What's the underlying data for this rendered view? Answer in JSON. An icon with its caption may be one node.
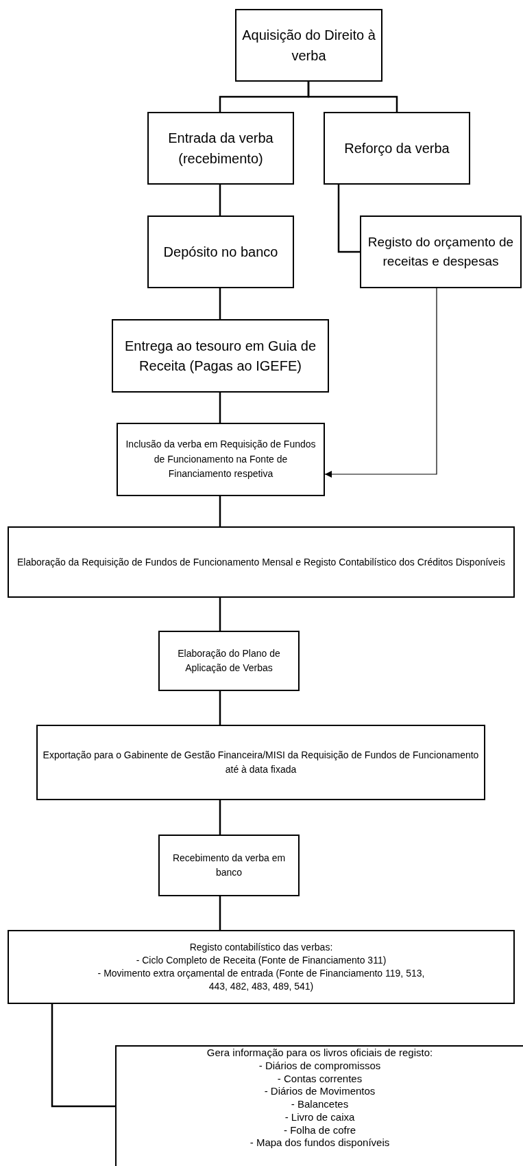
{
  "diagram": {
    "nodes": [
      {
        "text": [
          "Aquisição do Direito à verba"
        ]
      },
      {
        "text": [
          "Entrada da verba (recebimento)"
        ]
      },
      {
        "text": [
          "Reforço da verba"
        ]
      },
      {
        "text": [
          "Depósito no banco"
        ]
      },
      {
        "text": [
          "Registo do orçamento de receitas e despesas"
        ]
      },
      {
        "text": [
          "Entrega ao tesouro em Guia de Receita (Pagas ao IGEFE)"
        ]
      },
      {
        "text": [
          "Inclusão da verba em Requisição de Fundos de Funcionamento na Fonte de Financiamento respetiva"
        ]
      },
      {
        "text": [
          "Elaboração da Requisição de Fundos de Funcionamento Mensal e Registo Contabilístico dos Créditos Disponíveis"
        ]
      },
      {
        "text": [
          "Elaboração do Plano de Aplicação de Verbas"
        ]
      },
      {
        "text": [
          "Exportação para o Gabinente de Gestão Financeira/MISI da Requisição de Fundos de Funcionamento até à data fixada"
        ]
      },
      {
        "text": [
          "Recebimento da verba em banco"
        ]
      },
      {
        "text": [
          "Registo contabilístico das verbas:",
          "- Ciclo Completo de Receita (Fonte de Financiamento 311)",
          "- Movimento extra orçamental de entrada (Fonte de Financiamento 119, 513, 443, 482, 483, 489, 541)"
        ]
      },
      {
        "text": [
          "Gera informação para os livros oficiais de registo:",
          "- Diários de compromissos",
          "- Contas correntes",
          "- Diários de Movimentos",
          "- Balancetes",
          "- Livro de caixa",
          "- Folha de cofre",
          "- Mapa dos fundos disponíveis"
        ]
      }
    ],
    "edges": [
      {
        "from": 0,
        "to": 1,
        "arrow": "none"
      },
      {
        "from": 0,
        "to": 2,
        "arrow": "none"
      },
      {
        "from": 1,
        "to": 3,
        "arrow": "none"
      },
      {
        "from": 2,
        "to": 4,
        "arrow": "none"
      },
      {
        "from": 3,
        "to": 5,
        "arrow": "none"
      },
      {
        "from": 4,
        "to": 6,
        "arrow": "to"
      },
      {
        "from": 5,
        "to": 6,
        "arrow": "none"
      },
      {
        "from": 6,
        "to": 7,
        "arrow": "none"
      },
      {
        "from": 7,
        "to": 8,
        "arrow": "none"
      },
      {
        "from": 8,
        "to": 9,
        "arrow": "none"
      },
      {
        "from": 9,
        "to": 10,
        "arrow": "none"
      },
      {
        "from": 10,
        "to": 11,
        "arrow": "none"
      },
      {
        "from": 11,
        "to": 12,
        "arrow": "none"
      }
    ]
  }
}
